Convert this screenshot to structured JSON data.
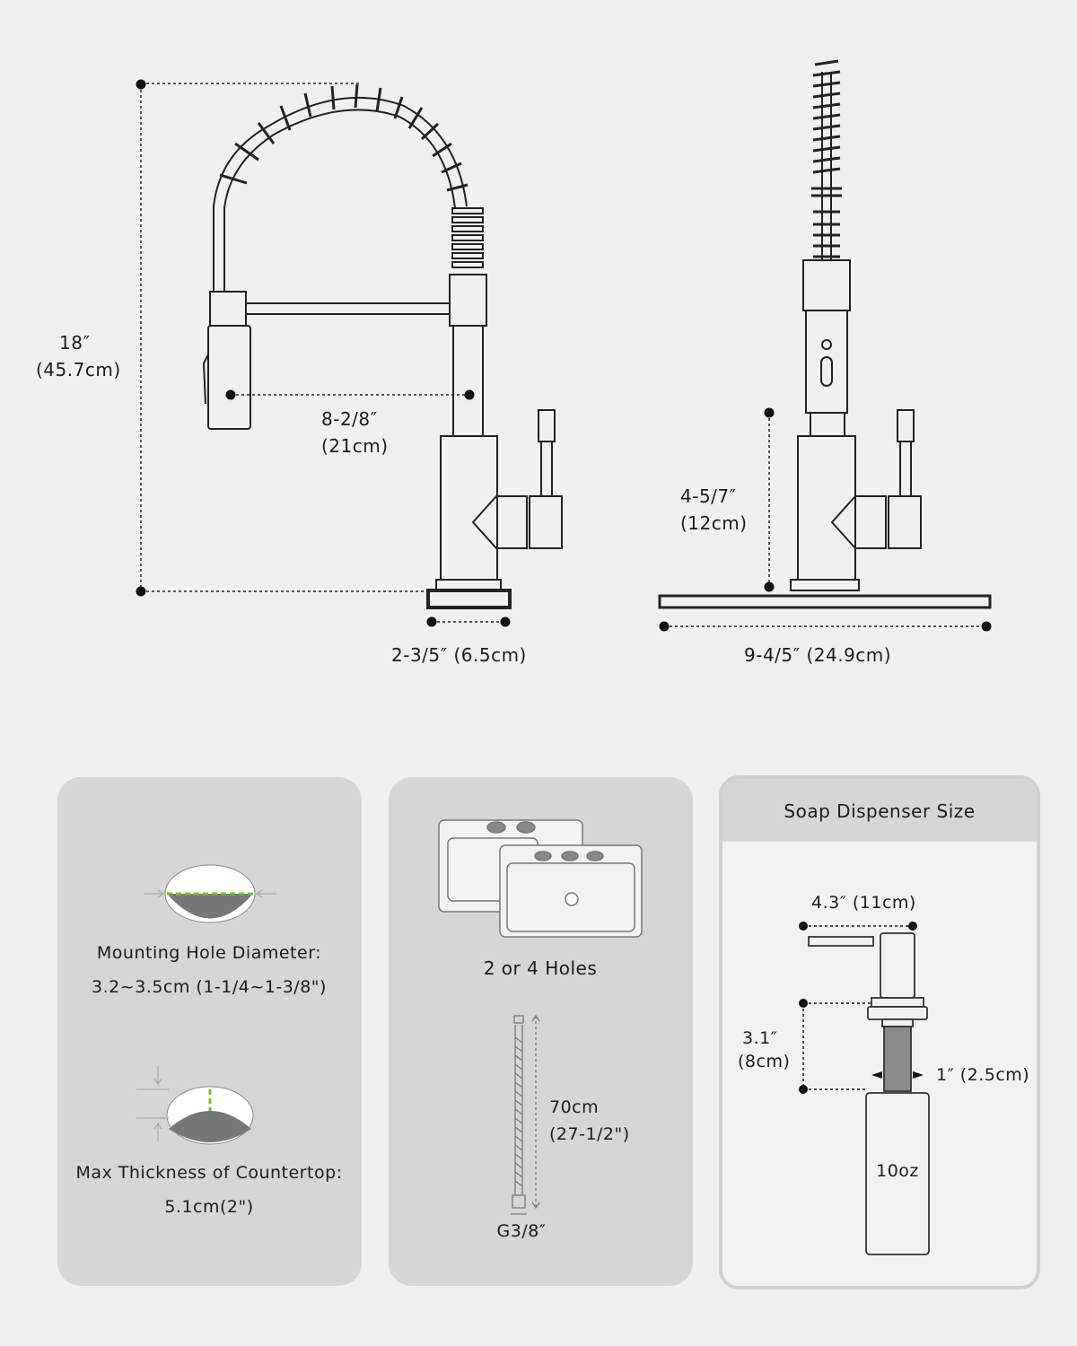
{
  "faucet_front": {
    "height": "18″",
    "height_cm": "(45.7cm)",
    "reach": "8-2/8″",
    "reach_cm": "(21cm)",
    "base": "2-3/5″ (6.5cm)"
  },
  "faucet_side": {
    "spout_height": "4-5/7″",
    "spout_height_cm": "(12cm)",
    "deck_plate": "9-4/5″  (24.9cm)"
  },
  "mounting": {
    "hole_label": "Mounting Hole Diameter:",
    "hole_value": "3.2~3.5cm (1-1/4~1-3/8\")",
    "thickness_label": "Max Thickness of Countertop:",
    "thickness_value": "5.1cm(2\")"
  },
  "holes": {
    "label": "2 or 4 Holes",
    "hose_length": "70cm",
    "hose_length_in": "(27-1/2\")",
    "thread": "G3/8″"
  },
  "soap": {
    "title": "Soap Dispenser Size",
    "width": "4.3″  (11cm)",
    "height": "3.1″",
    "height_cm": "(8cm)",
    "shank": "1″ (2.5cm)",
    "capacity": "10oz"
  },
  "colors": {
    "accent_dashed": "#7ac01e",
    "card": "#d6d6d6",
    "hole": "#7a7a7a"
  }
}
